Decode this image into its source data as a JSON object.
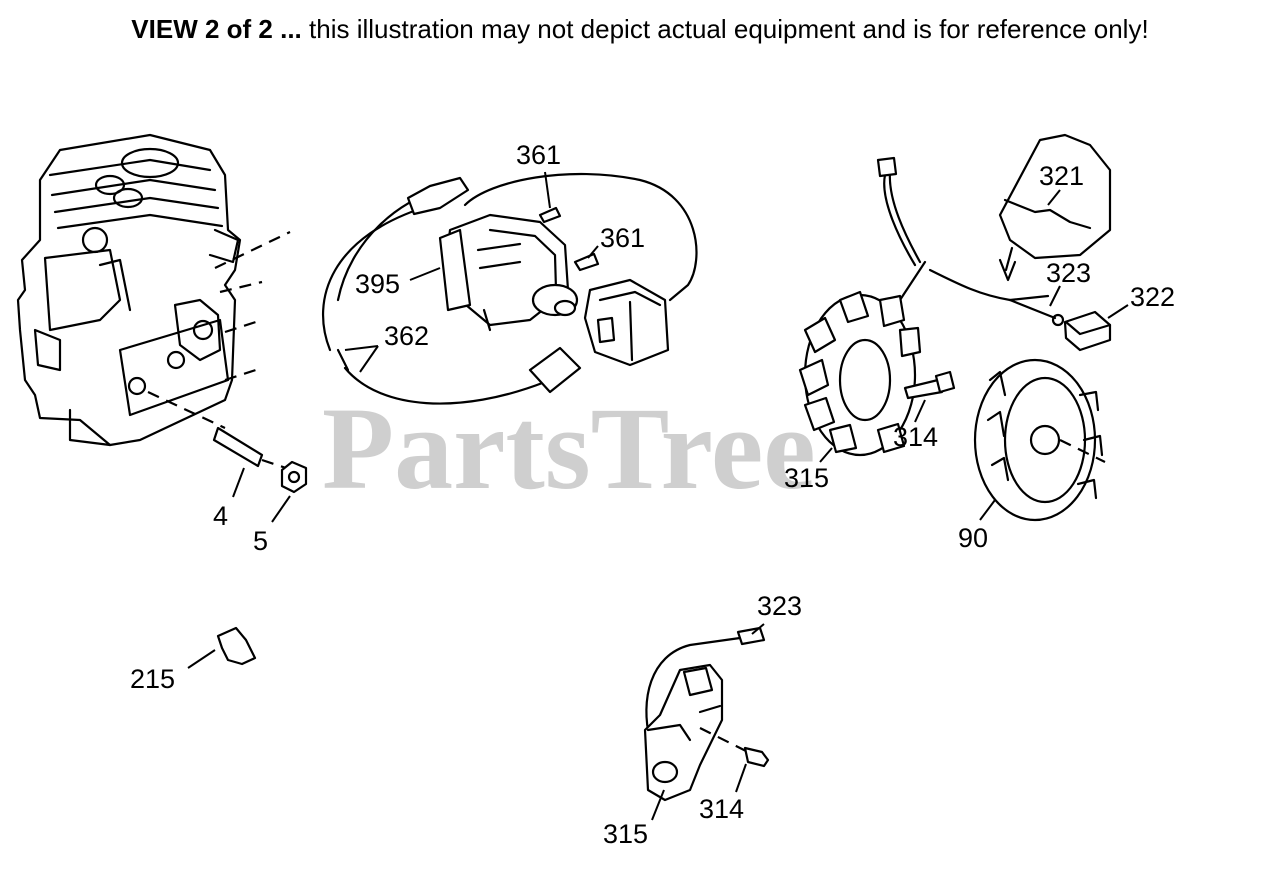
{
  "header": {
    "bold": "VIEW 2 of 2 ...",
    "rest": " this illustration may not depict actual equipment and is for reference only!"
  },
  "watermark": "PartsTree",
  "callouts": {
    "c361a": "361",
    "c361b": "361",
    "c395": "395",
    "c362": "362",
    "c4": "4",
    "c5": "5",
    "c321": "321",
    "c323a": "323",
    "c322": "322",
    "c314a": "314",
    "c315a": "315",
    "c90": "90",
    "c215": "215",
    "c323b": "323",
    "c314b": "314",
    "c315b": "315"
  }
}
